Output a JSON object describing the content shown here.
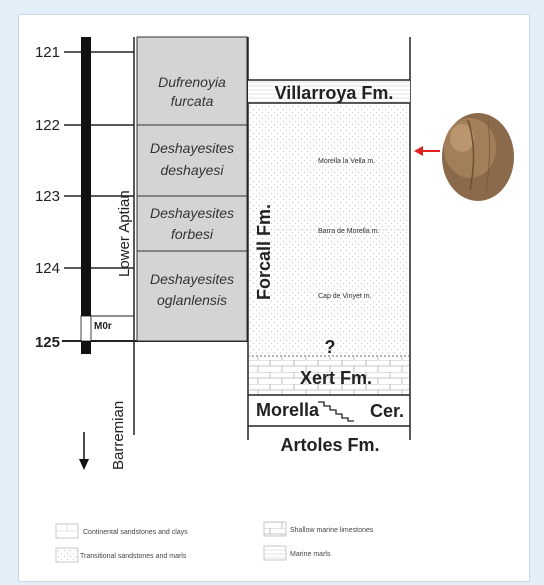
{
  "age_labels": [
    "121",
    "122",
    "123",
    "124",
    "125"
  ],
  "stages": {
    "lower_aptian": "Lower Aptian",
    "barremian": "Barremian"
  },
  "chron": "M0r",
  "zones": [
    {
      "line1": "Dufrenoyia",
      "line2": "furcata"
    },
    {
      "line1": "Deshayesites",
      "line2": "deshayesi"
    },
    {
      "line1": "Deshayesites",
      "line2": "forbesi"
    },
    {
      "line1": "Deshayesites",
      "line2": "oglanlensis"
    }
  ],
  "formations": {
    "villarroya": "Villarroya Fm.",
    "forcall": "Forcall Fm.",
    "xert": "Xert Fm.",
    "morella": "Morella",
    "cer": "Cer.",
    "artoles": "Artoles Fm.",
    "question": "?"
  },
  "members": {
    "morella_la_vella": "Morella la Vella m.",
    "barra_de_morella": "Barra de Morella m.",
    "cap_de_vinyet": "Cap de Vinyet m."
  },
  "legend": [
    "Continental sandstones and clays",
    "Shallow marine limestones",
    "Transitional sandstones and marls",
    "Marine marls"
  ],
  "colors": {
    "zone_fill": "#d4d4d4",
    "arrow": "#e0201e",
    "polarity": "#111111",
    "fossil": "#8a6a4a"
  }
}
